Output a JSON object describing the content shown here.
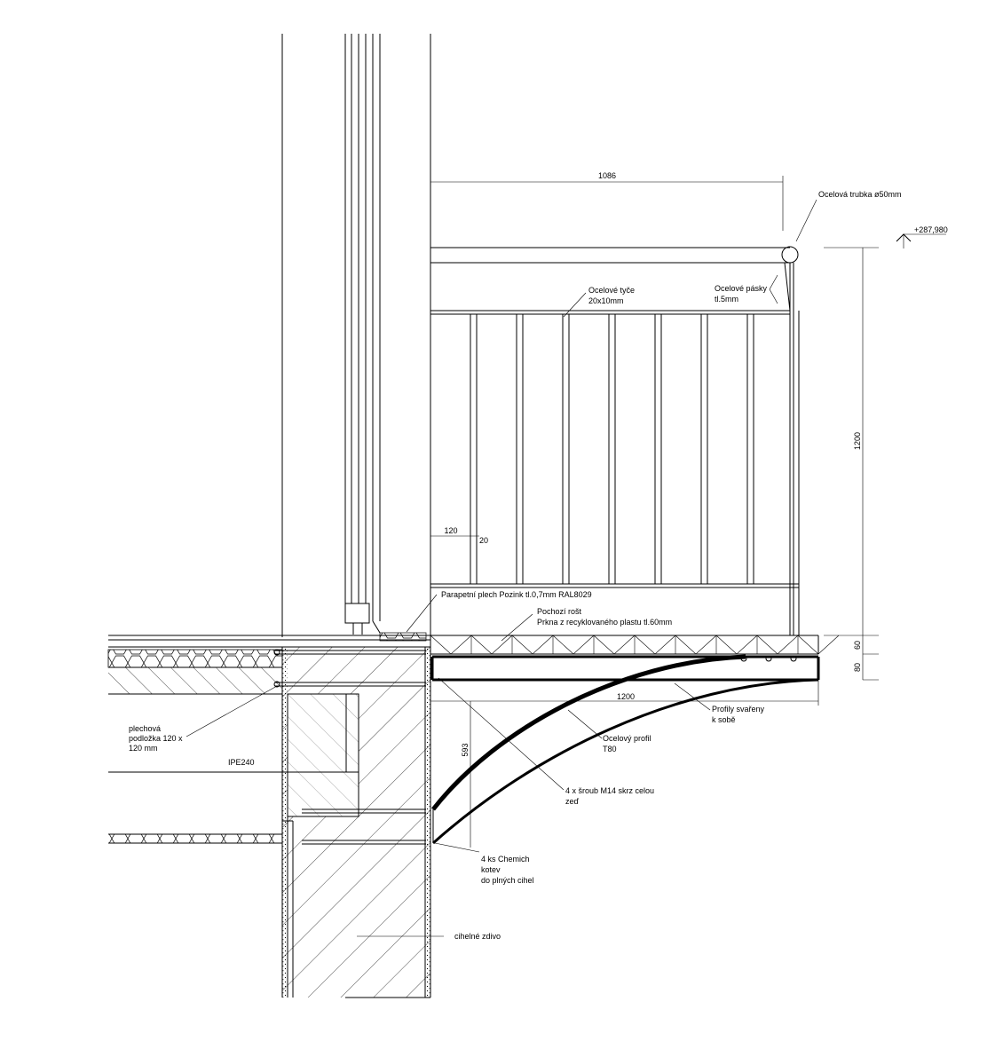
{
  "labels": {
    "tube": "Ocelová trubka ø50mm",
    "elevation": "+287,980",
    "bars_1": "Ocelové tyče",
    "bars_2": "20x10mm",
    "strips_1": "Ocelové pásky",
    "strips_2": "tl.5mm",
    "parapet": "Parapetní plech Pozink  tl.0,7mm  RAL8029",
    "grate_1": "Pochozí rošt",
    "grate_2": "Prkna z recyklovaného plastu  tl.60mm",
    "washer_1": "plechová",
    "washer_2": "podložka 120 x",
    "washer_3": "120 mm",
    "beam": "IPE240",
    "welded_1": "Profily svařeny",
    "welded_2": "k sobě",
    "tprofile_1": "Ocelový profil",
    "tprofile_2": "T80",
    "bolts_1": "4 x šroub M14 skrz celou",
    "bolts_2": "zeď",
    "anchors_1": "4 ks Chemich",
    "anchors_2": "kotev",
    "anchors_3": "do plných cihel",
    "masonry": "cihelné zdivo"
  },
  "dimensions": {
    "width_top": "1086",
    "height_rail": "1200",
    "bar_spacing": "120",
    "bar_width": "20",
    "grate_thk": "60",
    "frame_thk": "80",
    "console_len": "1200",
    "console_height": "593"
  }
}
